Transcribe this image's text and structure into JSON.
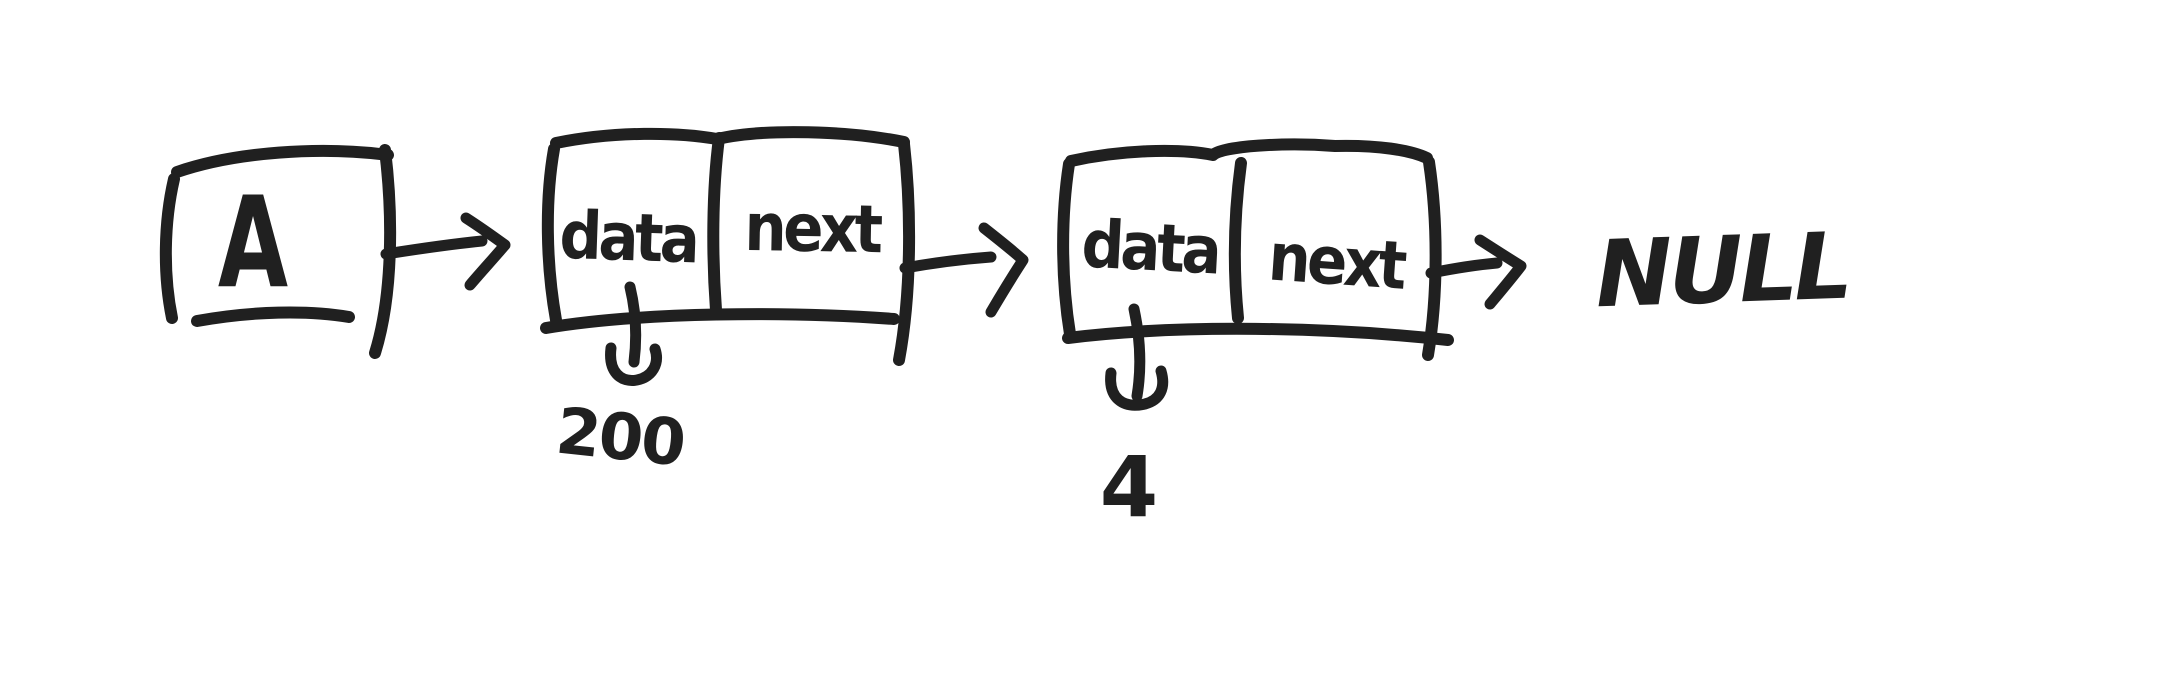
{
  "colors": {
    "ink": "#202020",
    "background": "#ffffff"
  },
  "head": {
    "label": "A"
  },
  "nodes": [
    {
      "data_label": "data",
      "next_label": "next",
      "data_value": "200"
    },
    {
      "data_label": "data",
      "next_label": "next",
      "data_value": "4"
    }
  ],
  "terminator_label": "NULL"
}
